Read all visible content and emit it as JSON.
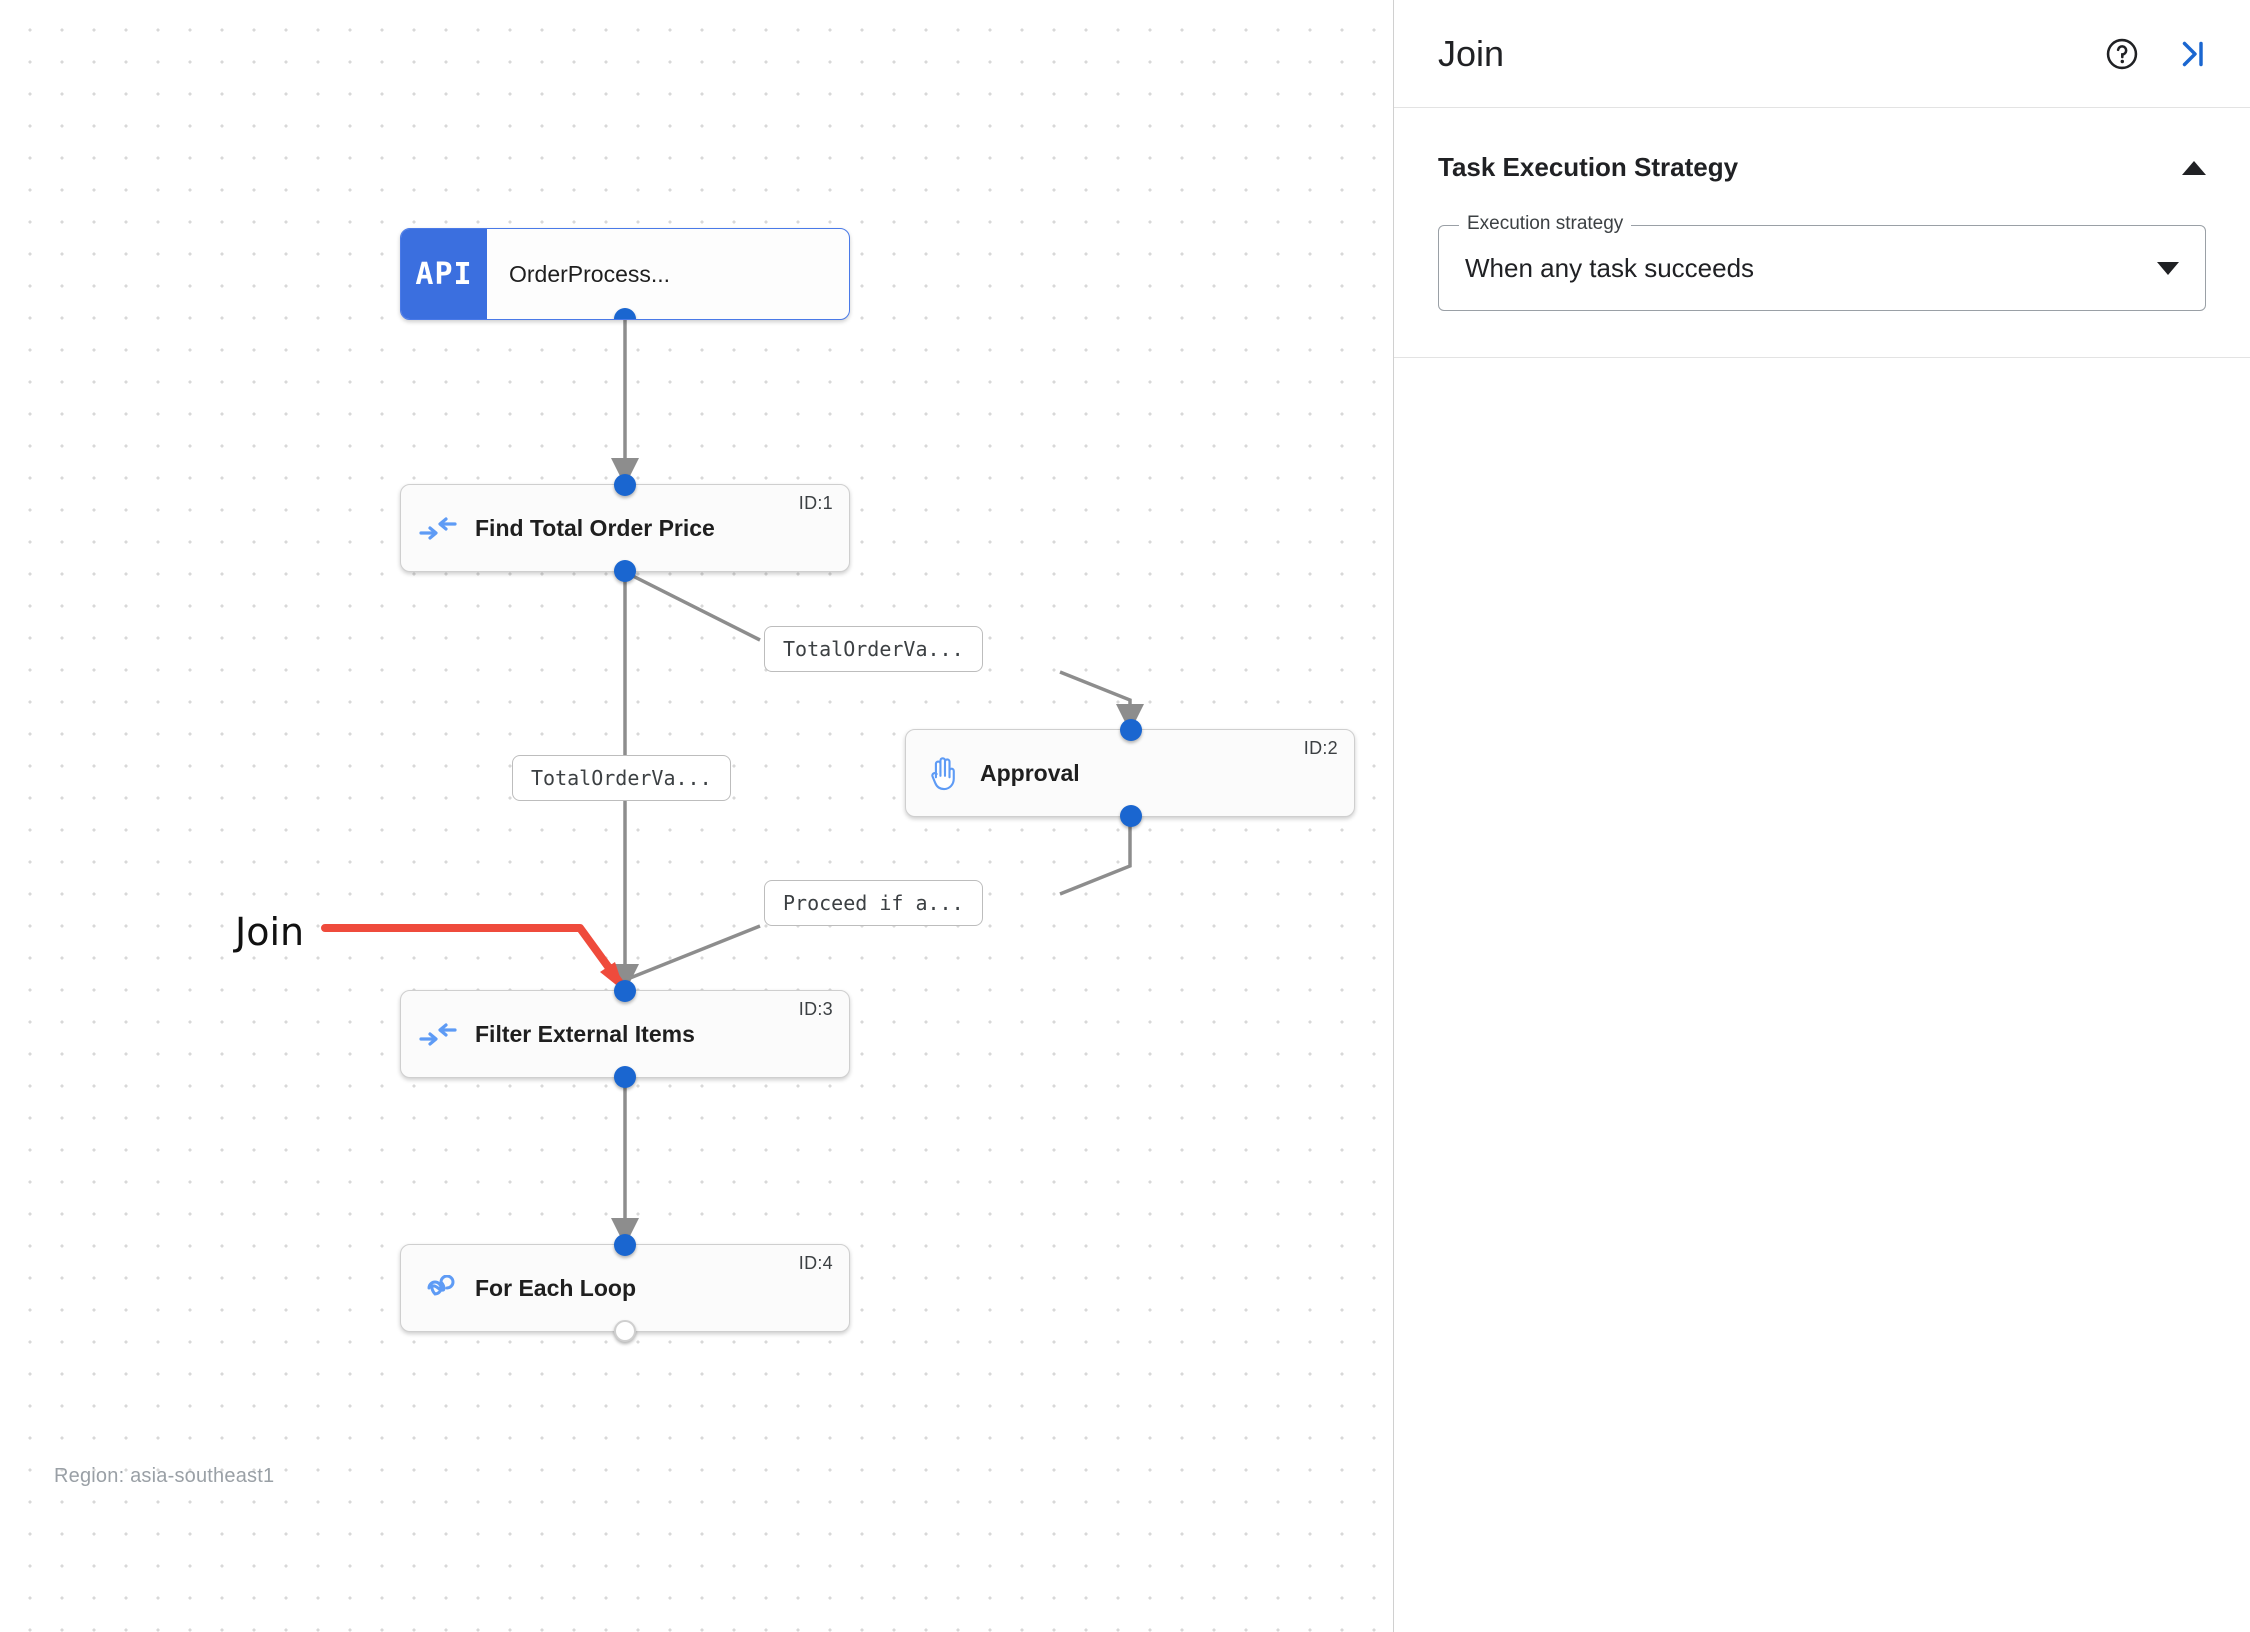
{
  "canvas": {
    "region_label": "Region: asia-southeast1",
    "annotation": {
      "label": "Join",
      "color": "#ef4b3c"
    },
    "nodes": [
      {
        "id": "trigger",
        "badge": "API",
        "title": "OrderProcess...",
        "id_label": "",
        "icon": "api-icon"
      },
      {
        "id": "1",
        "title": "Find Total Order Price",
        "id_label": "ID:1",
        "icon": "merge-arrows-icon"
      },
      {
        "id": "2",
        "title": "Approval",
        "id_label": "ID:2",
        "icon": "hand-icon"
      },
      {
        "id": "3",
        "title": "Filter External Items",
        "id_label": "ID:3",
        "icon": "merge-arrows-icon"
      },
      {
        "id": "4",
        "title": "For Each Loop",
        "id_label": "ID:4",
        "icon": "infinity-icon"
      }
    ],
    "edge_labels": [
      {
        "key": "e1",
        "text": "TotalOrderVa..."
      },
      {
        "key": "e2",
        "text": "TotalOrderVa..."
      },
      {
        "key": "e3",
        "text": "Proceed if a..."
      }
    ]
  },
  "panel": {
    "title": "Join",
    "help_icon": "help-circle-icon",
    "collapse_icon": "collapse-panel-icon",
    "section": {
      "title": "Task Execution Strategy",
      "collapse_icon": "chevron-up-icon",
      "field": {
        "legend": "Execution strategy",
        "value": "When any task succeeds",
        "caret_icon": "caret-down-icon"
      }
    }
  },
  "colors": {
    "accent_blue": "#1a66d0",
    "badge_blue": "#3b6fdf",
    "annotation_red": "#ef4b3c",
    "icon_blue": "#5e9bf5"
  }
}
